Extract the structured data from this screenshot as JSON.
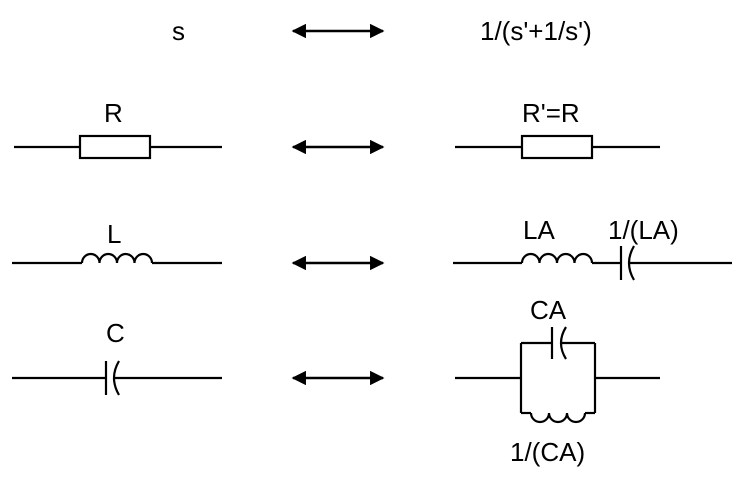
{
  "header": {
    "left": "s",
    "right": "1/(s'+1/s')"
  },
  "rows": {
    "resistor": {
      "left_label": "R",
      "right_label": "R'=R"
    },
    "inductor": {
      "left_label": "L",
      "right_label_inductor": "LA",
      "right_label_capacitor": "1/(LA)"
    },
    "capacitor": {
      "left_label": "C",
      "right_label_capacitor": "CA",
      "right_label_inductor": "1/(CA)"
    }
  }
}
